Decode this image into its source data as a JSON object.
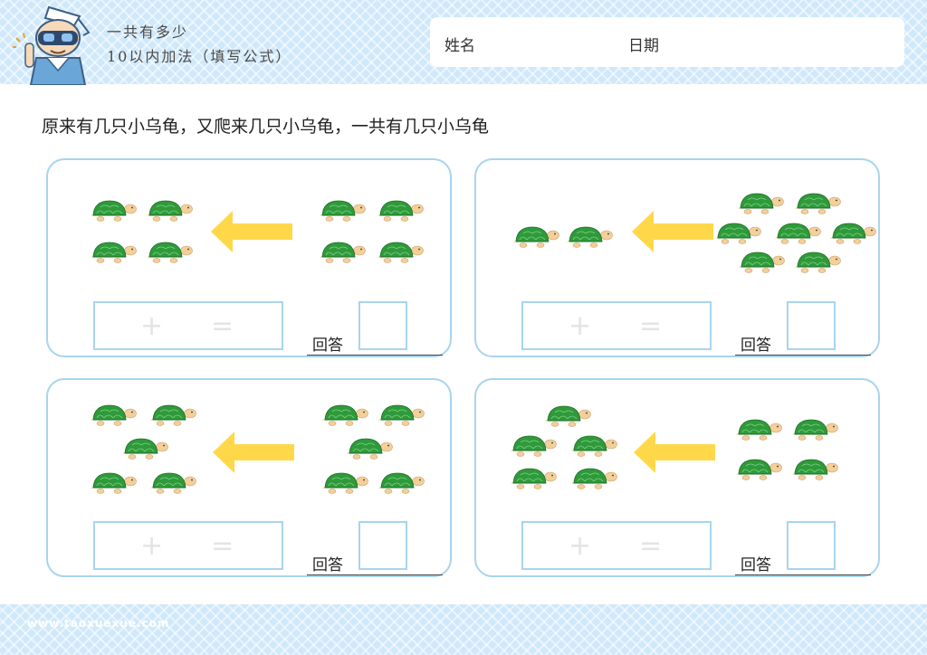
{
  "header": {
    "title": "一共有多少",
    "subtitle": "10以内加法（填写公式）",
    "name_label": "姓名",
    "date_label": "日期"
  },
  "instruction": "原来有几只小乌龟，又爬来几只小乌龟，一共有几只小乌龟",
  "problems": [
    {
      "id": "problem-1",
      "original_count": 4,
      "added_count": 4,
      "plus_symbol": "+",
      "equal_symbol": "=",
      "answer_label": "回答"
    },
    {
      "id": "problem-2",
      "original_count": 2,
      "added_count": 7,
      "plus_symbol": "+",
      "equal_symbol": "=",
      "answer_label": "回答"
    },
    {
      "id": "problem-3",
      "original_count": 5,
      "added_count": 5,
      "plus_symbol": "+",
      "equal_symbol": "=",
      "answer_label": "回答"
    },
    {
      "id": "problem-4",
      "original_count": 5,
      "added_count": 4,
      "plus_symbol": "+",
      "equal_symbol": "=",
      "answer_label": "回答"
    }
  ],
  "footer": {
    "website": "www.taoxuexue.com"
  },
  "colors": {
    "band": "#cfe8fa",
    "card_border": "#a8d4ef",
    "arrow": "#ffd84a",
    "turtle_shell": "#2f9a3a",
    "turtle_skin": "#f3cf9a"
  }
}
